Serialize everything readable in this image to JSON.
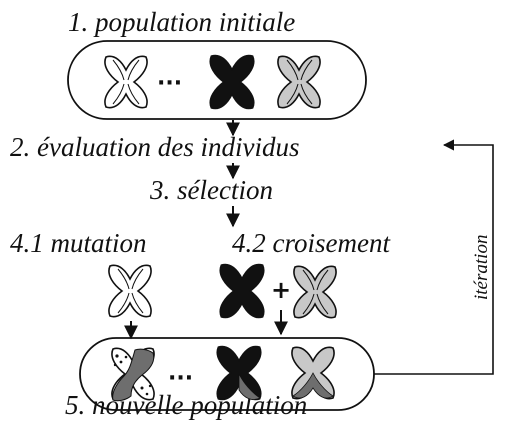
{
  "steps": {
    "initial_population": "1. population initiale",
    "evaluation": "2. évaluation des individus",
    "selection": "3. sélection",
    "mutation": "4.1 mutation",
    "crossover": "4.2 croisement",
    "new_population": "5. nouvelle population"
  },
  "loop_label": "itération",
  "ellipsis": "···",
  "plus": "+",
  "colors": {
    "stroke": "#111111",
    "white": "#ffffff",
    "black": "#111111",
    "light_gray": "#c8c8c8",
    "dark_gray": "#6e6e6e"
  }
}
